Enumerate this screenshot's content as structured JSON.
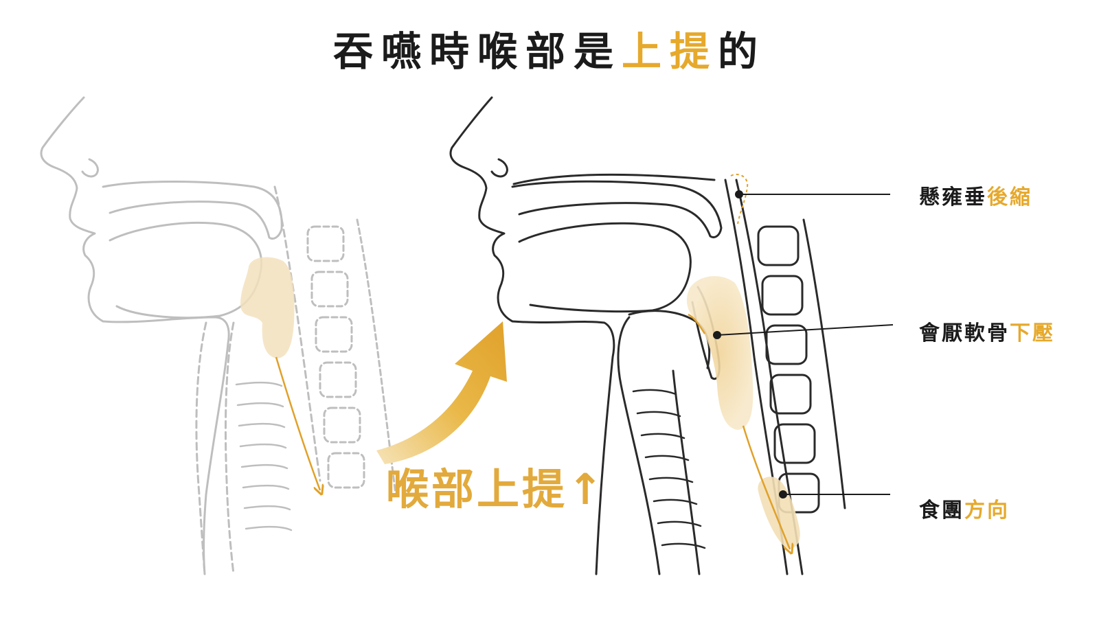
{
  "title": {
    "part1": "吞嚥時喉部是",
    "highlight": "上提",
    "part3": "的"
  },
  "arrow_label": {
    "text": "喉部上提",
    "arrow": "↑"
  },
  "callouts": [
    {
      "dark": "懸雍垂",
      "accent": "後縮"
    },
    {
      "dark": "會厭軟骨",
      "accent": "下壓"
    },
    {
      "dark": "食團",
      "accent": "方向"
    }
  ],
  "colors": {
    "accent": "#e6a92c",
    "fill": "#f3dfb6",
    "line": "#2a2a2a",
    "faded": "#c9c9c9"
  }
}
